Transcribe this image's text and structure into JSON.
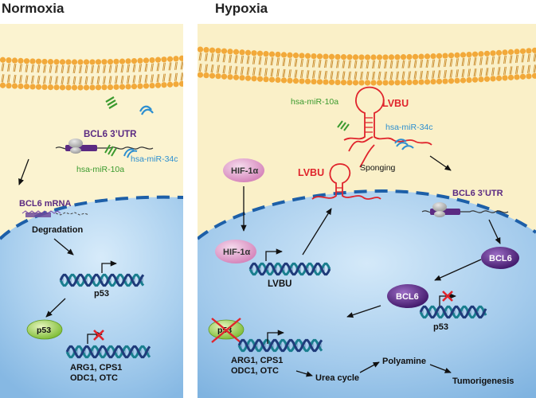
{
  "panels": {
    "left_title": "Normoxia",
    "right_title": "Hypoxia"
  },
  "normoxia": {
    "utr_label": "BCL6  3’UTR",
    "mir34c": "hsa-miR-34c",
    "mir10a": "hsa-miR-10a",
    "mrna_label": "BCL6 mRNA",
    "degradation": "Degradation",
    "p53_gene": "p53",
    "p53_protein": "p53",
    "targets_line1": "ARG1, CPS1",
    "targets_line2": "ODC1, OTC"
  },
  "hypoxia": {
    "mir10a": "hsa-miR-10a",
    "lvbu_top": "LVBU",
    "mir34c": "hsa-miR-34c",
    "hif_cyto": "HIF-1α",
    "lvbu_left": "LVBU",
    "sponging": "Sponging",
    "utr_label": "BCL6  3’UTR",
    "bcl6_cyto": "BCL6",
    "hif_nuc": "HIF-1α",
    "lvbu_gene": "LVBU",
    "bcl6_nuc": "BCL6",
    "p53_gene": "p53",
    "p53_protein": "p53",
    "targets_line1": "ARG1, CPS1",
    "targets_line2": "ODC1, OTC",
    "urea_cycle": "Urea cycle",
    "polyamine": "Polyamine",
    "tumorigenesis": "Tumorigenesis"
  },
  "colors": {
    "membrane_head": "#f2a93a",
    "cytoplasm": "#fbf3d0",
    "nucleus": "#9cc7ea",
    "nuclear_envelope": "#1d5fa8",
    "mir10a_green": "#3a9a2e",
    "mir34c_blue": "#2d8fd0",
    "lvbu_red": "#e0242c",
    "bcl6_purple": "#5b2a82",
    "hif_pink": "#d98fc0",
    "p53_green": "#8cc63f",
    "dna_teal": "#1a7f8f",
    "dna_navy": "#1f3b7a"
  }
}
